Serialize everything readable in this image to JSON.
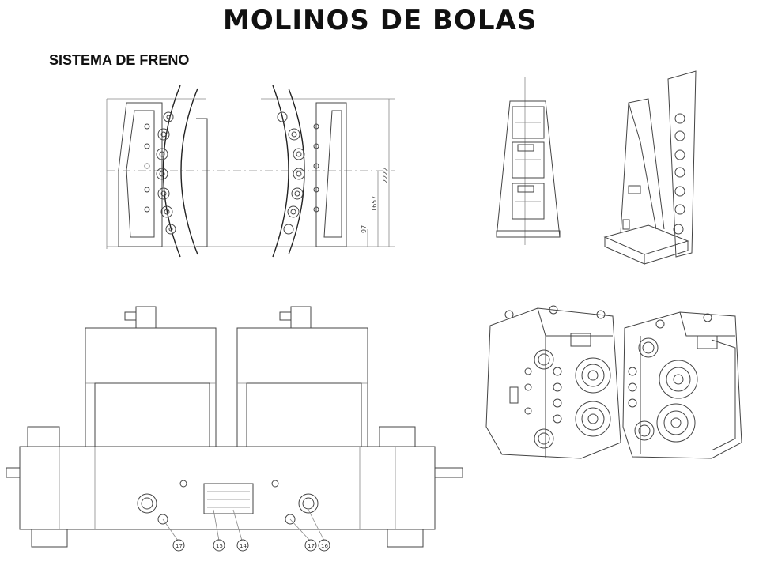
{
  "header": {
    "title": "MOLINOS DE BOLAS",
    "subtitle": "SISTEMA DE FRENO"
  },
  "drawings": {
    "dimension_labels": [
      "2222",
      "1657",
      "97"
    ],
    "part_numbers": [
      "17",
      "15",
      "14",
      "17",
      "16"
    ]
  }
}
